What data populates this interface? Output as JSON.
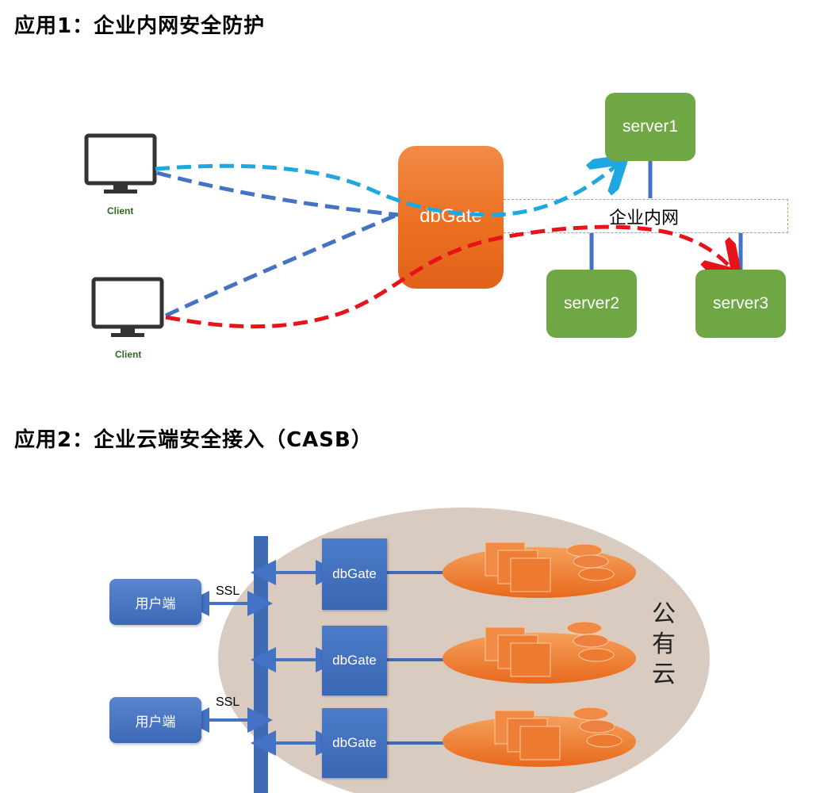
{
  "section1": {
    "title": "应用1：企业内网安全防护",
    "clients": [
      {
        "label": "Client"
      },
      {
        "label": "Client"
      }
    ],
    "gateway": {
      "label": "dbGate"
    },
    "intranet": {
      "label": "企业内网"
    },
    "servers": [
      {
        "label": "server1"
      },
      {
        "label": "server2"
      },
      {
        "label": "server3"
      }
    ],
    "colors": {
      "server": "#6ea744",
      "gateway": "#ec7020",
      "flow_blue": "#1ea8e0",
      "flow_dark_blue": "#4472c4",
      "flow_red": "#e8131a"
    }
  },
  "section2": {
    "title": "应用2：企业云端安全接入（CASB）",
    "users": [
      {
        "label": "用户端",
        "ssl": "SSL"
      },
      {
        "label": "用户端",
        "ssl": "SSL"
      }
    ],
    "gateways": [
      {
        "label": "dbGate"
      },
      {
        "label": "dbGate"
      },
      {
        "label": "dbGate"
      }
    ],
    "cloud": {
      "chars": [
        "公",
        "有",
        "云"
      ]
    },
    "colors": {
      "user": "#4472c4",
      "gateway": "#3e6bb5",
      "cloud": "#d9cbc0",
      "platform": "#ed7d31"
    }
  }
}
